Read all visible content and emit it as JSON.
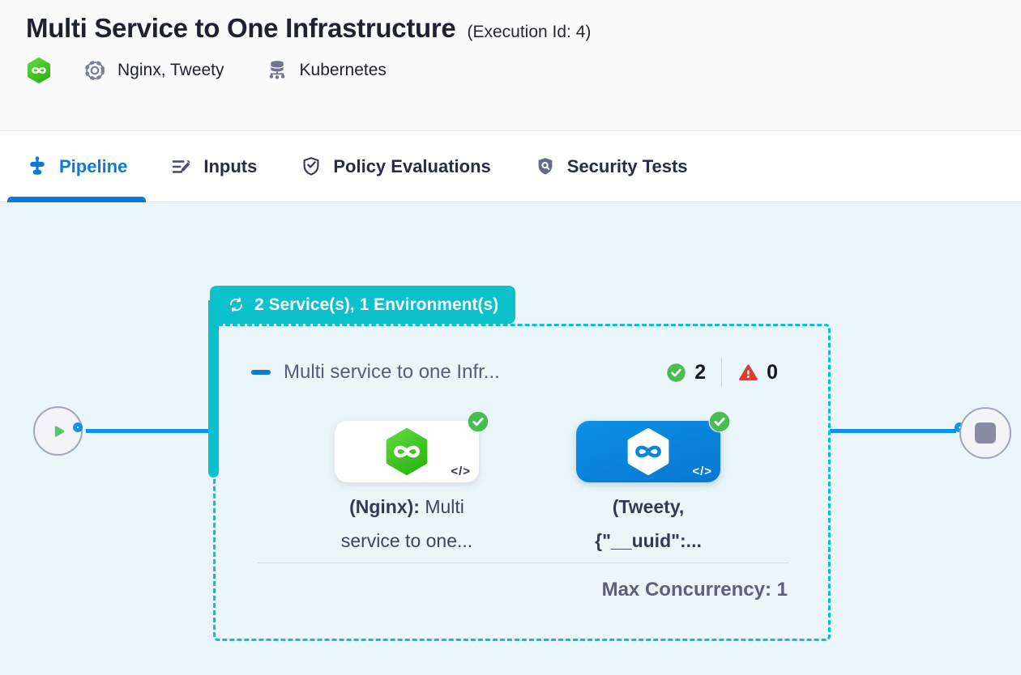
{
  "header": {
    "title": "Multi Service to One Infrastructure",
    "execution_id": "(Execution Id: 4)",
    "services": "Nginx, Tweety",
    "infrastructure": "Kubernetes"
  },
  "tabs": {
    "pipeline": "Pipeline",
    "inputs": "Inputs",
    "policy": "Policy Evaluations",
    "security": "Security Tests"
  },
  "canvas": {
    "group_badge": "2 Service(s), 1 Environment(s)",
    "stage_name": "Multi service to one Infr...",
    "success_count": "2",
    "failed_count": "0",
    "nodes": [
      {
        "label_bold": "(Nginx):",
        "label_rest": " Multi service to one..."
      },
      {
        "label_bold": "(Tweety, {\"__uuid\":...",
        "label_rest": ""
      }
    ],
    "code_icon_label": "</>",
    "max_concurrency": "Max Concurrency: 1"
  },
  "colors": {
    "teal": "#0ac1cc",
    "primary_blue": "#0b7bd7",
    "connector_blue": "#0e94e4",
    "success_green": "#49bd52",
    "error_red": "#e23a2e",
    "node_blue": "#0a86de",
    "harness_green": "#3fc21d",
    "canvas_bg": "#eaf6fa"
  }
}
